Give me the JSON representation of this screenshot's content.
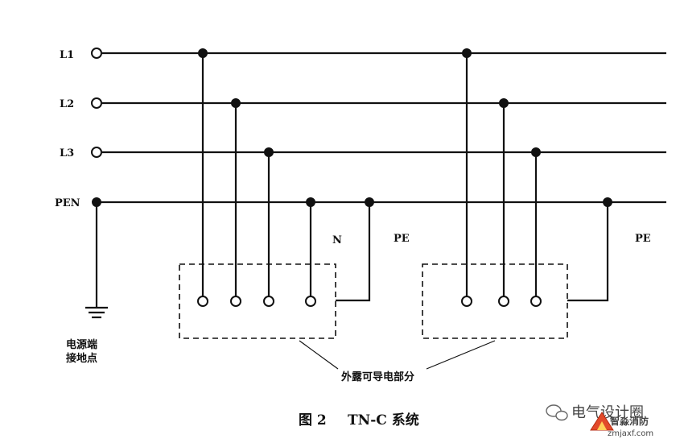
{
  "lines": {
    "l1": "L1",
    "l2": "L2",
    "l3": "L3",
    "pen": "PEN"
  },
  "labels": {
    "n": "N",
    "pe_left": "PE",
    "pe_right": "PE",
    "ground_line1": "电源端",
    "ground_line2": "接地点",
    "exposed_parts": "外露可导电部分"
  },
  "caption": {
    "figure": "图 2",
    "title": "TN-C 系统"
  },
  "watermark": {
    "account": "电气设计圈",
    "brand": "智淼消防",
    "site": "zmjaxf.com"
  },
  "colors": {
    "ink": "#111111",
    "background": "#ffffff"
  }
}
